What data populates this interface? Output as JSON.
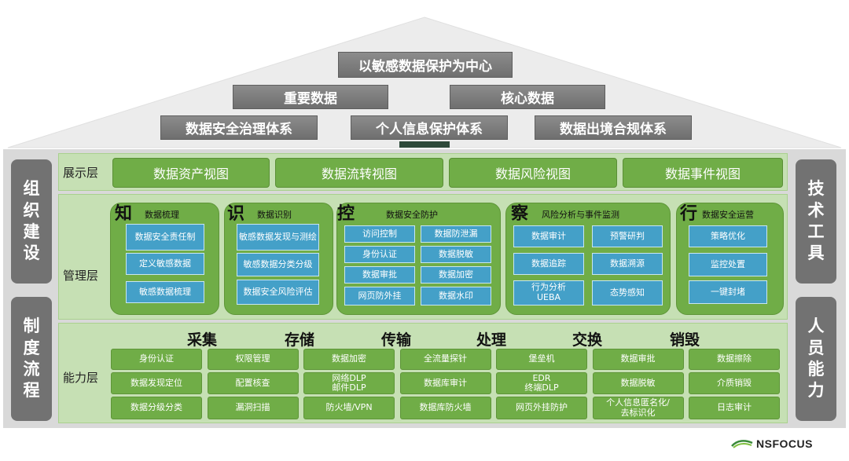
{
  "roof": {
    "center": "以敏感数据保护为中心",
    "row2": [
      "重要数据",
      "核心数据"
    ],
    "row3": [
      "数据安全治理体系",
      "个人信息保护体系",
      "数据出境合规体系"
    ]
  },
  "pillars": {
    "left_top": "组织建设",
    "left_bottom": "制度流程",
    "right_top": "技术工具",
    "right_bottom": "人员能力"
  },
  "display_layer": {
    "label": "展示层",
    "views": [
      "数据资产视图",
      "数据流转视图",
      "数据风险视图",
      "数据事件视图"
    ]
  },
  "management_layer": {
    "label": "管理层",
    "groups": [
      {
        "char": "知",
        "title": "数据梳理",
        "items": [
          "数据安全责任制",
          "定义敏感数据",
          "敏感数据梳理"
        ]
      },
      {
        "char": "识",
        "title": "数据识别",
        "items": [
          "敏感数据发现与测绘",
          "敏感数据分类分级",
          "数据安全风险评估"
        ]
      },
      {
        "char": "控",
        "title": "数据安全防护",
        "items": [
          "访问控制",
          "数据防泄漏",
          "身份认证",
          "数据脱敏",
          "数据审批",
          "数据加密",
          "网页防外挂",
          "数据水印"
        ]
      },
      {
        "char": "察",
        "title": "风险分析与事件监测",
        "items": [
          "数据审计",
          "预警研判",
          "数据追踪",
          "数据溯源",
          "行为分析UEBA",
          "态势感知"
        ]
      },
      {
        "char": "行",
        "title": "数据安全运营",
        "items": [
          "策略优化",
          "监控处置",
          "一键封堵"
        ]
      }
    ]
  },
  "capability_layer": {
    "label": "能力层",
    "phases": [
      "采集",
      "存储",
      "传输",
      "处理",
      "交换",
      "销毁"
    ],
    "columns": [
      [
        "身份认证",
        "数据发现定位",
        "数据分级分类"
      ],
      [
        "权限管理",
        "配置核查",
        "漏洞扫描"
      ],
      [
        "数据加密",
        "网络DLP\n邮件DLP",
        "防火墙/VPN"
      ],
      [
        "全流量探针",
        "数据库审计",
        "数据库防火墙"
      ],
      [
        "堡垒机",
        "EDR\n终端DLP",
        "网页外挂防护"
      ],
      [
        "数据审批",
        "数据脱敏",
        "个人信息匿名化/\n去标识化"
      ],
      [
        "数据擦除",
        "介质销毁",
        "日志审计"
      ]
    ]
  },
  "logo": {
    "text": "NSFOCUS"
  },
  "colors": {
    "green": "#70ad47",
    "light_green": "#c6e0b4",
    "blue_tile": "#44a0c8",
    "gray": "#727272"
  }
}
